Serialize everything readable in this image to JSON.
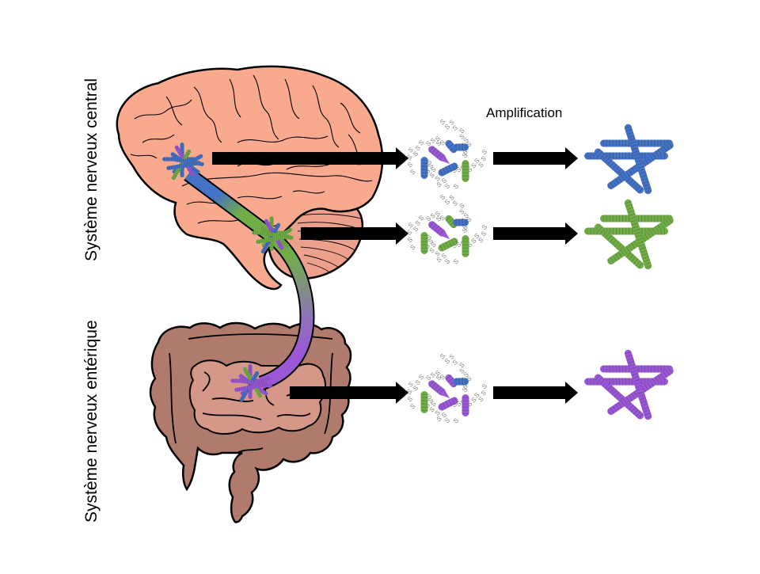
{
  "labels": {
    "central_nervous_system": "Système nerveux central",
    "enteric_nervous_system": "Système nerveux entérique",
    "amplification": "Amplification"
  },
  "colors": {
    "brain_fill": "#f8a98e",
    "cerebellum_fill": "#eda18c",
    "intestine_outer": "#b07a6d",
    "intestine_inner": "#d59888",
    "outline": "#000000",
    "blue_fibril": "#4472c4",
    "green_fibril": "#70ad47",
    "purple_fibril": "#9a57d6",
    "arrow": "#000000",
    "monomer_glyph": "#808080"
  },
  "rows": [
    {
      "id": "brain-cortex",
      "source": "cortex",
      "fibril_color": "blue",
      "seed_major": "blue",
      "seed_mix": [
        "blue",
        "blue",
        "blue",
        "blue",
        "purple",
        "green"
      ]
    },
    {
      "id": "brainstem",
      "source": "brainstem",
      "fibril_color": "green",
      "seed_major": "green",
      "seed_mix": [
        "green",
        "green",
        "green",
        "green",
        "purple",
        "blue"
      ]
    },
    {
      "id": "gut",
      "source": "intestine",
      "fibril_color": "purple",
      "seed_major": "purple",
      "seed_mix": [
        "purple",
        "purple",
        "purple",
        "purple",
        "green",
        "blue"
      ]
    }
  ]
}
